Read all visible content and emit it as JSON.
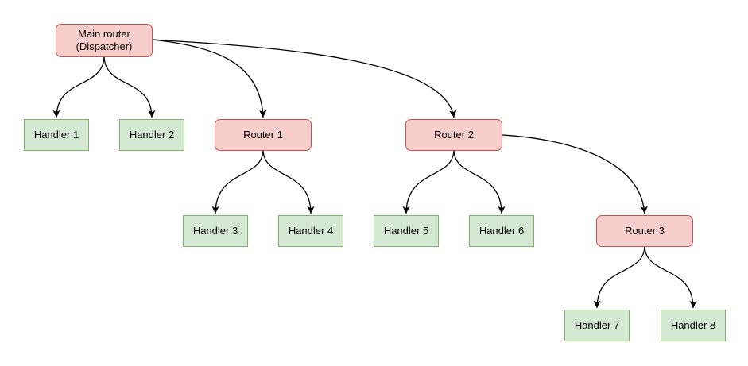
{
  "diagram": {
    "type": "flowchart",
    "colors": {
      "router_fill": "#f8cecc",
      "router_border": "#b85450",
      "handler_fill": "#d5e8d4",
      "handler_border": "#82b366",
      "edge": "#000000",
      "background": "#ffffff"
    },
    "nodes": [
      {
        "id": "main",
        "type": "router",
        "label": "Main router",
        "label2": "(Dispatcher)"
      },
      {
        "id": "h1",
        "type": "handler",
        "label": "Handler 1"
      },
      {
        "id": "h2",
        "type": "handler",
        "label": "Handler 2"
      },
      {
        "id": "r1",
        "type": "router",
        "label": "Router 1"
      },
      {
        "id": "r2",
        "type": "router",
        "label": "Router 2"
      },
      {
        "id": "h3",
        "type": "handler",
        "label": "Handler 3"
      },
      {
        "id": "h4",
        "type": "handler",
        "label": "Handler 4"
      },
      {
        "id": "h5",
        "type": "handler",
        "label": "Handler 5"
      },
      {
        "id": "h6",
        "type": "handler",
        "label": "Handler 6"
      },
      {
        "id": "r3",
        "type": "router",
        "label": "Router 3"
      },
      {
        "id": "h7",
        "type": "handler",
        "label": "Handler 7"
      },
      {
        "id": "h8",
        "type": "handler",
        "label": "Handler 8"
      }
    ],
    "edges": [
      {
        "from": "Main router (Dispatcher)",
        "to": "Handler 1"
      },
      {
        "from": "Main router (Dispatcher)",
        "to": "Handler 2"
      },
      {
        "from": "Main router (Dispatcher)",
        "to": "Router 1"
      },
      {
        "from": "Main router (Dispatcher)",
        "to": "Router 2"
      },
      {
        "from": "Router 1",
        "to": "Handler 3"
      },
      {
        "from": "Router 1",
        "to": "Handler 4"
      },
      {
        "from": "Router 2",
        "to": "Handler 5"
      },
      {
        "from": "Router 2",
        "to": "Handler 6"
      },
      {
        "from": "Router 2",
        "to": "Router 3"
      },
      {
        "from": "Router 3",
        "to": "Handler 7"
      },
      {
        "from": "Router 3",
        "to": "Handler 8"
      }
    ]
  }
}
